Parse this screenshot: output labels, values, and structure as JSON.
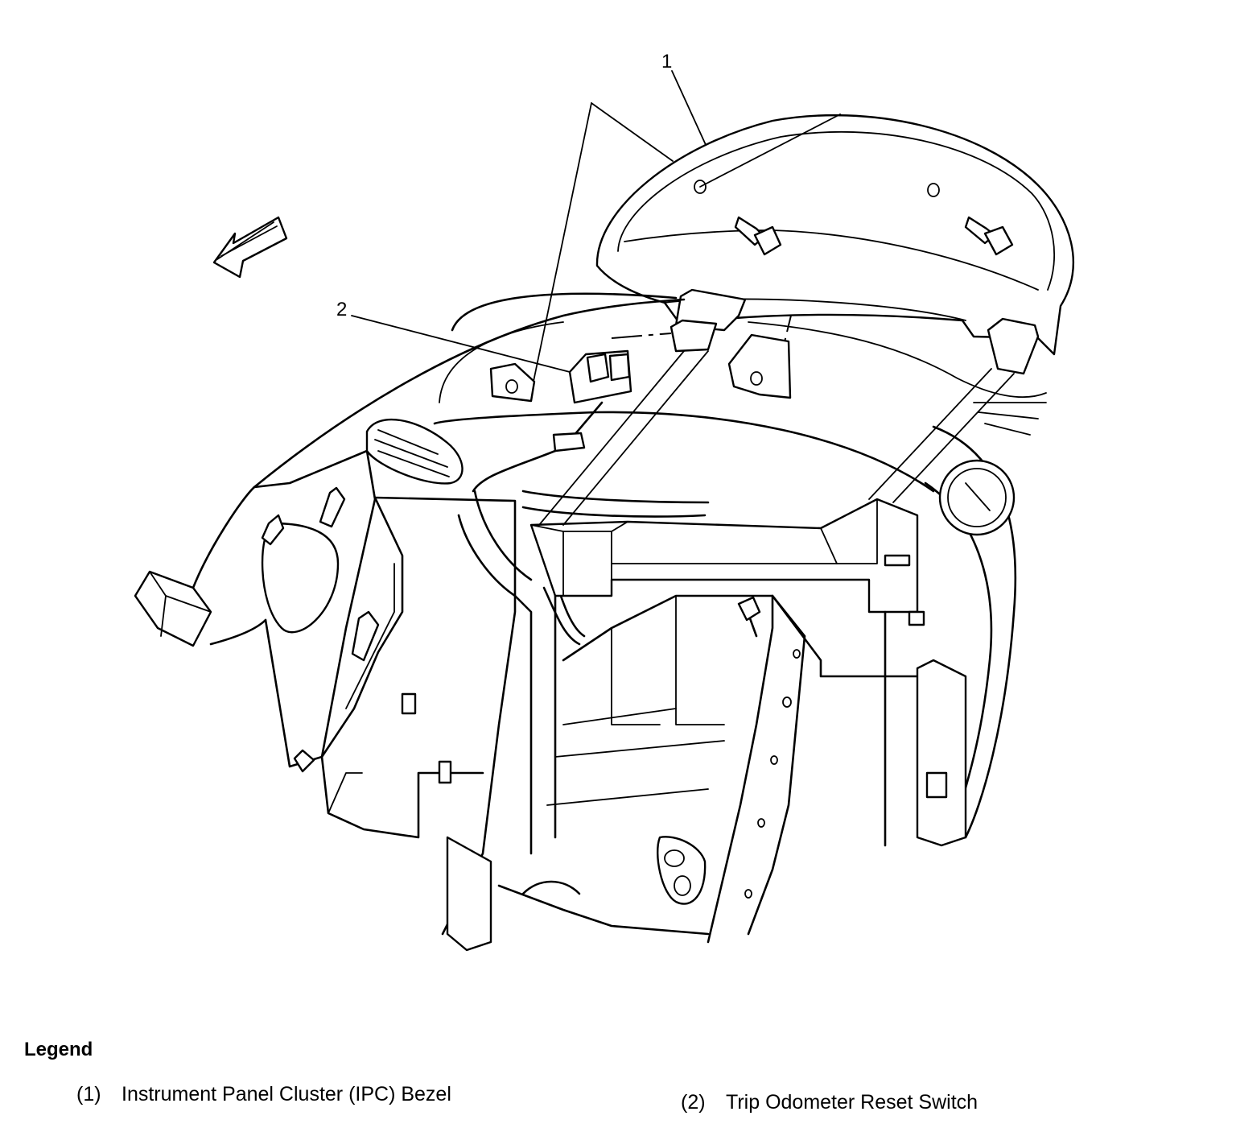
{
  "callouts": [
    {
      "id": "1",
      "label": "1"
    },
    {
      "id": "2",
      "label": "2"
    }
  ],
  "legend": {
    "title": "Legend",
    "items": [
      {
        "number": "(1)",
        "text": "Instrument Panel Cluster (IPC) Bezel"
      },
      {
        "number": "(2)",
        "text": "Trip Odometer Reset Switch"
      }
    ]
  }
}
